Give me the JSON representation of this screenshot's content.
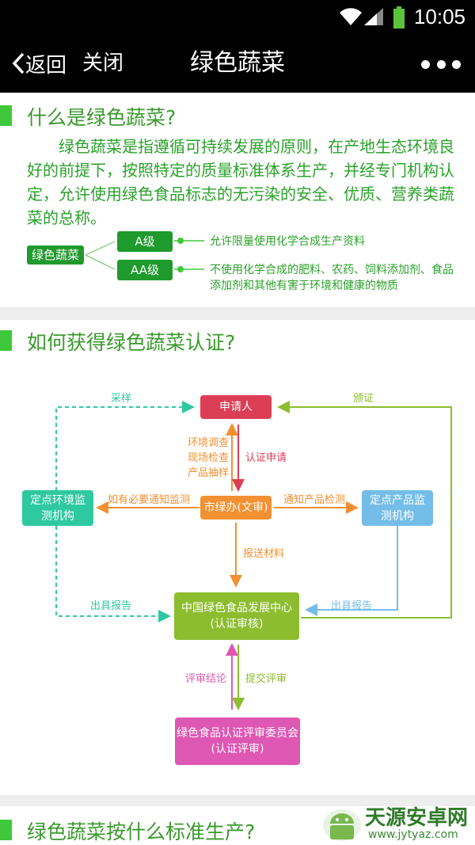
{
  "status_bar": {
    "time": "10:05",
    "icons": [
      "wifi-icon",
      "signal-icon",
      "battery-icon"
    ]
  },
  "header": {
    "back_label": "返回",
    "close_label": "关闭",
    "title": "绿色蔬菜",
    "more_icon": "more-icon"
  },
  "sections": [
    {
      "title": "什么是绿色蔬菜?"
    },
    {
      "title": "如何获得绿色蔬菜认证?"
    },
    {
      "title": "绿色蔬菜按什么标准生产?"
    }
  ],
  "intro_paragraph": "绿色蔬菜是指遵循可持续发展的原则，在产地生态环境良好的前提下，按照特定的质量标准体系生产，并经专门机构认定，允许使用绿色食品标志的无污染的安全、优质、营养类蔬菜的总称。",
  "grade_tree": {
    "root": "绿色蔬菜",
    "grades": [
      {
        "label": "A级",
        "desc": "允许限量使用化学合成生产资料"
      },
      {
        "label": "AA级",
        "desc": "不使用化学合成的肥料、农药、饲料添加剂、食品添加剂和其他有害于环境和健康的物质"
      }
    ]
  },
  "flowchart": {
    "applicant": "申请人",
    "city_office": "市绿办(文审)",
    "env_monitor": "定点环境监测机构",
    "product_monitor": "定点产品监测机构",
    "center_line1": "中国绿色食品发展中心",
    "center_line2": "(认证审核)",
    "committee_line1": "绿色食品认证评审委员会",
    "committee_line2": "(认证评审)",
    "labels": {
      "sampling": "采样",
      "certificate": "颁证",
      "checks": "环境调查现场检查产品抽样",
      "apply": "认证申请",
      "notify_monitor": "如有必要通知监测",
      "notify_product": "通知产品检测",
      "submit_material": "报送材料",
      "report_left": "出具报告",
      "report_right": "出具报告",
      "review_conclusion": "评审结论",
      "submit_review": "提交评审"
    },
    "colors": {
      "applicant": "#dc3e55",
      "city_office": "#f39032",
      "env_monitor": "#2ec9a0",
      "product_monitor": "#74bde9",
      "center": "#8cbd2e",
      "committee": "#de57b3"
    }
  },
  "watermark": {
    "brand": "天源安卓网",
    "url": "www.jytyaz.com"
  }
}
